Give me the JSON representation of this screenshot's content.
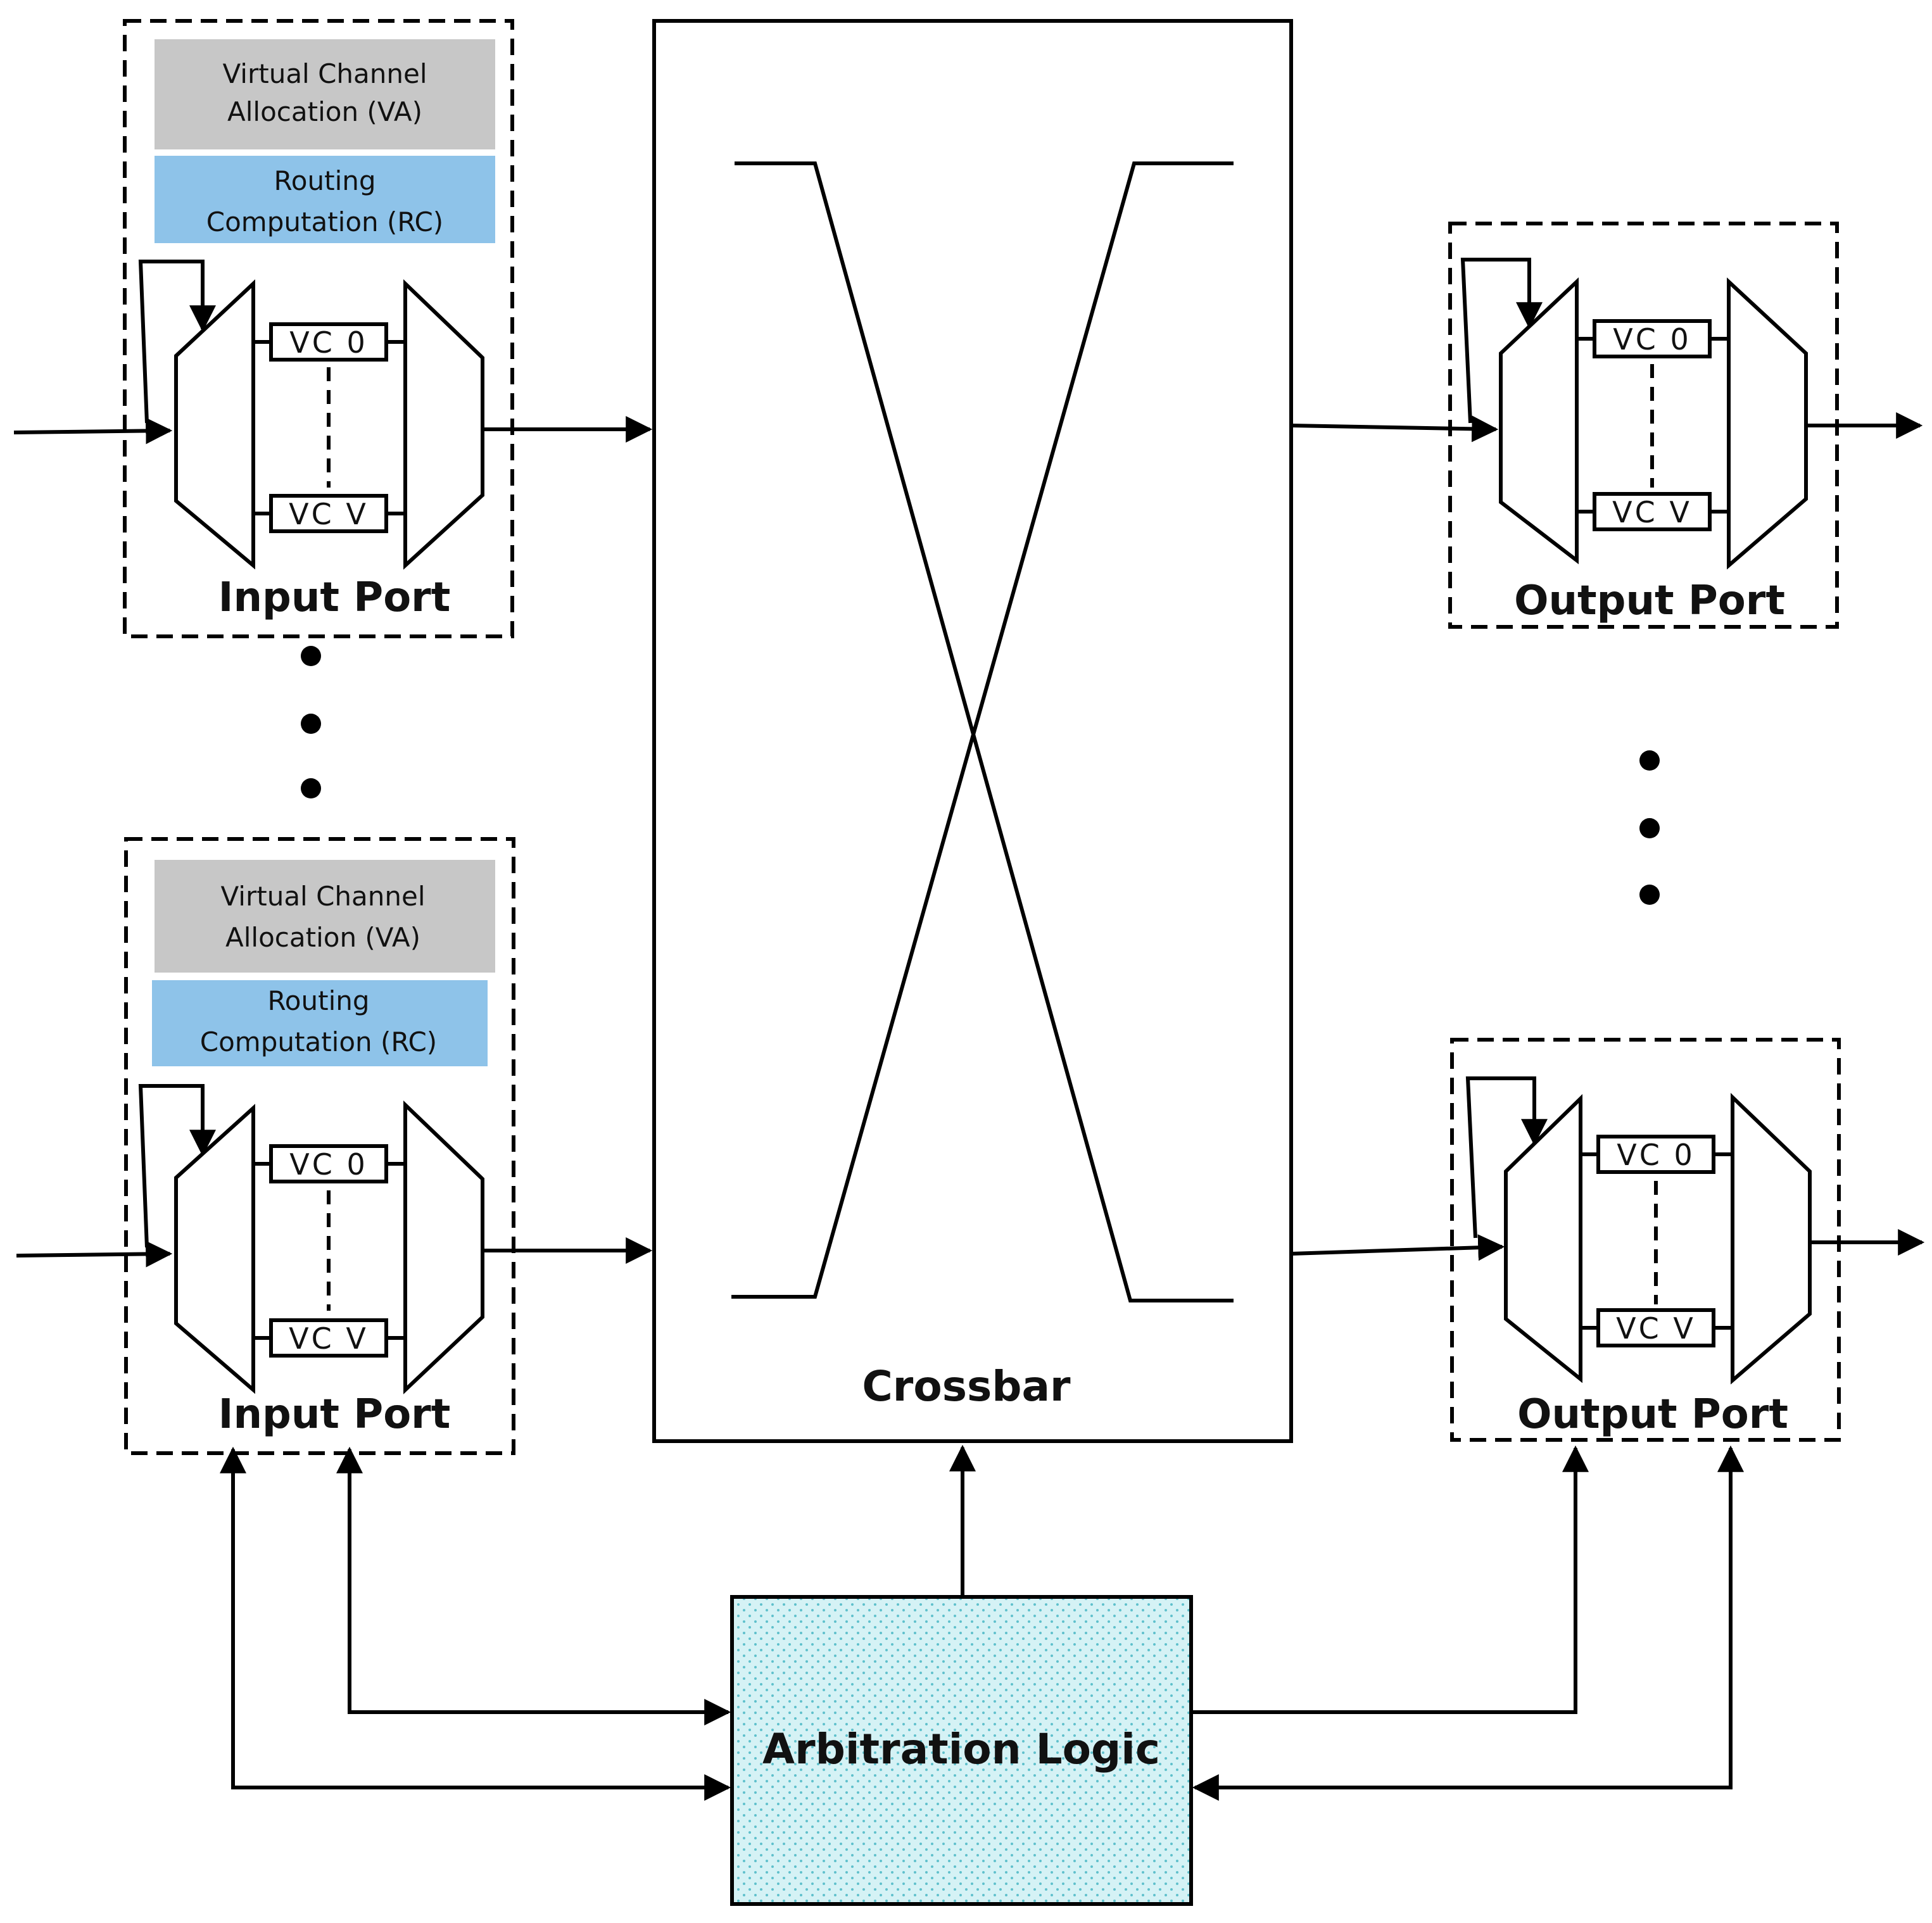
{
  "colors": {
    "va_fill": "#C7C7C7",
    "rc_fill": "#8EC3E9",
    "arbitration_fill": "#D5F2F5",
    "arbitration_dot": "#5FC0CC",
    "stroke": "#000000",
    "background": "#FFFFFF"
  },
  "input_ports": [
    {
      "title": "Input Port",
      "va_line1": "Virtual Channel",
      "va_line2": "Allocation (VA)",
      "rc_line1": "Routing",
      "rc_line2": "Computation (RC)",
      "vc_first": "VC 0",
      "vc_last": "VC V"
    },
    {
      "title": "Input Port",
      "va_line1": "Virtual Channel",
      "va_line2": "Allocation (VA)",
      "rc_line1": "Routing",
      "rc_line2": "Computation (RC)",
      "vc_first": "VC 0",
      "vc_last": "VC V"
    }
  ],
  "output_ports": [
    {
      "title": "Output Port",
      "vc_first": "VC 0",
      "vc_last": "VC V"
    },
    {
      "title": "Output Port",
      "vc_first": "VC 0",
      "vc_last": "VC V"
    }
  ],
  "crossbar": {
    "title": "Crossbar"
  },
  "arbitration": {
    "title": "Arbitration Logic"
  }
}
